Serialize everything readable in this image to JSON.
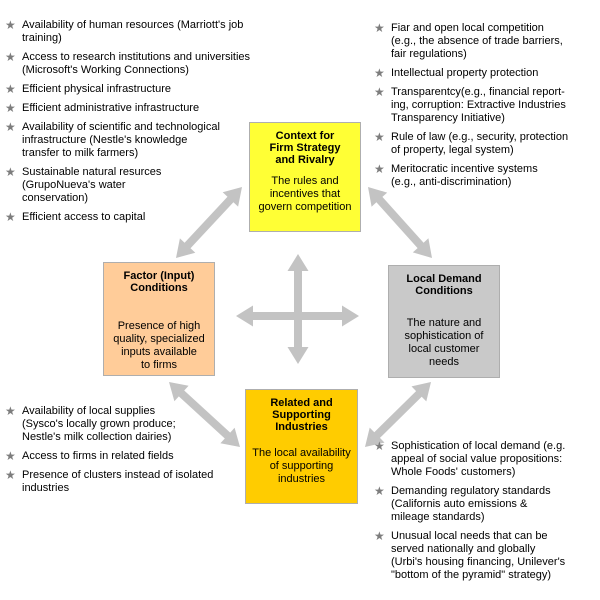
{
  "boxes": {
    "strategy": {
      "title": "Context for\nFirm Strategy\nand Rivalry",
      "body": "The rules and\nincentives that\ngovern competition",
      "color": "#ffff35"
    },
    "factor": {
      "title": "Factor (Input)\nConditions",
      "body": "Presence of high\nquality, specialized\ninputs available\nto firms",
      "color": "#ffcc99"
    },
    "demand": {
      "title": "Local Demand\nConditions",
      "body": "The nature and\nsophistication of\nlocal customer\nneeds",
      "color": "#c9c9c9"
    },
    "related": {
      "title": "Related and\nSupporting\nIndustries",
      "body": "The local availability\nof supporting\nindustries",
      "color": "#ffcc00"
    }
  },
  "lists": {
    "factor": {
      "items": [
        "Availability of human resources (Marriott's job\ntraining)",
        "Access to research institutions and universities\n(Microsoft's Working Connections)",
        "Efficient physical infrastructure",
        "Efficient administrative infrastructure",
        "Availability of scientific and technological\ninfrastructure (Nestle's knowledge\ntransfer to milk farmers)",
        "Sustainable natural resurces\n(GrupoNueva's water\nconservation)",
        "Efficient access to capital"
      ]
    },
    "strategy": {
      "items": [
        "Fiar and open local competition\n(e.g., the absence of trade barriers,\nfair regulations)",
        "Intellectual property protection",
        "Transparentcy(e.g., financial report-\ning, corruption: Extractive Industries\nTransparency Initiative)",
        "Rule of law (e.g., security, protection\nof property, legal system)",
        "Meritocratic incentive systems\n(e.g., anti-discrimination)"
      ]
    },
    "related": {
      "items": [
        "Availability of local supplies\n(Sysco's locally grown produce;\nNestle's milk collection dairies)",
        "Access to firms in related fields",
        "Presence of clusters instead of isolated\nindustries"
      ]
    },
    "demand": {
      "items": [
        "Sophistication of local demand (e.g.\nappeal of social value propositions:\nWhole Foods' customers)",
        "Demanding regulatory standards\n(Californis auto emissions &\nmileage standards)",
        "Unusual local needs that can be\nserved nationally and globally\n(Urbi's housing financing, Unilever's\n\"bottom of the pyramid\" strategy)"
      ]
    }
  },
  "icons": {
    "bullet": "star-icon",
    "star_glyph": "★"
  },
  "colors": {
    "arrow": "#c3c3c3",
    "star": "#7d7d7d",
    "text": "#000000"
  }
}
